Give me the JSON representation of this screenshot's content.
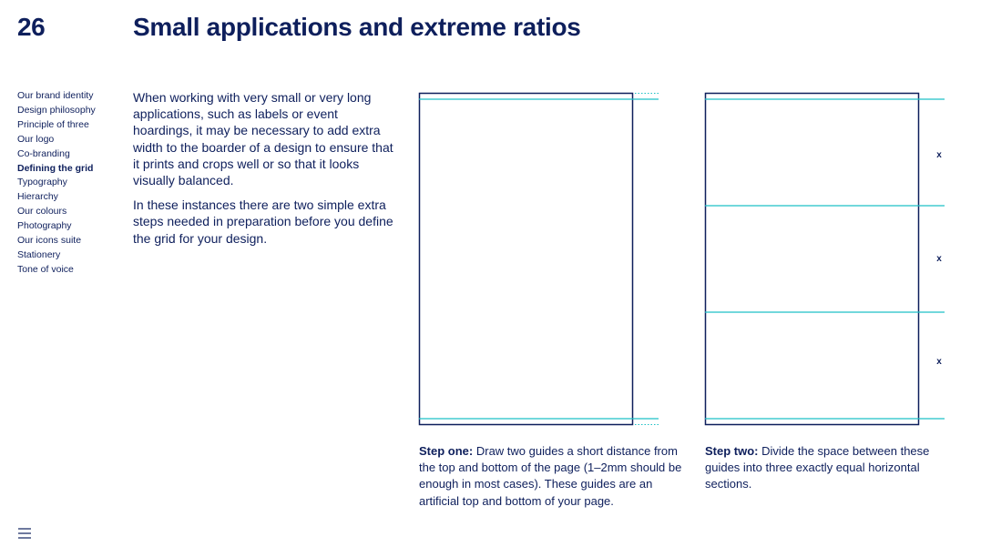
{
  "header": {
    "page_number": "26",
    "title": "Small applications and extreme ratios"
  },
  "sidebar": {
    "items": [
      {
        "label": "Our brand identity",
        "active": false
      },
      {
        "label": "Design philosophy",
        "active": false
      },
      {
        "label": "Principle of three",
        "active": false
      },
      {
        "label": "Our logo",
        "active": false
      },
      {
        "label": "Co-branding",
        "active": false
      },
      {
        "label": "Defining the grid",
        "active": true
      },
      {
        "label": "Typography",
        "active": false
      },
      {
        "label": "Hierarchy",
        "active": false
      },
      {
        "label": "Our colours",
        "active": false
      },
      {
        "label": "Photography",
        "active": false
      },
      {
        "label": "Our icons suite",
        "active": false
      },
      {
        "label": "Stationery",
        "active": false
      },
      {
        "label": "Tone of voice",
        "active": false
      }
    ]
  },
  "intro": {
    "paragraph_1": "When working with very small or very long applications, such as labels or event hoardings, it may be necessary to add extra width to the boarder of a design to ensure that it prints and crops well or so that it looks visually balanced.",
    "paragraph_2": "In these instances there are two simple extra steps needed in preparation before you define the grid for your design."
  },
  "step_one": {
    "label": "Step one:",
    "text": " Draw two guides a short distance from the top and bottom of the page (1–2mm should be enough in most cases). These guides are an artificial top and bottom of your page."
  },
  "step_two": {
    "label": "Step two:",
    "text": " Divide the space between these guides into three exactly equal horizontal sections.",
    "section_marks": [
      "x",
      "x",
      "x"
    ]
  },
  "footer": {
    "menu_icon": "hamburger-menu-icon"
  },
  "colors": {
    "navy": "#0e1f5c",
    "guide": "#1ec1c6"
  }
}
